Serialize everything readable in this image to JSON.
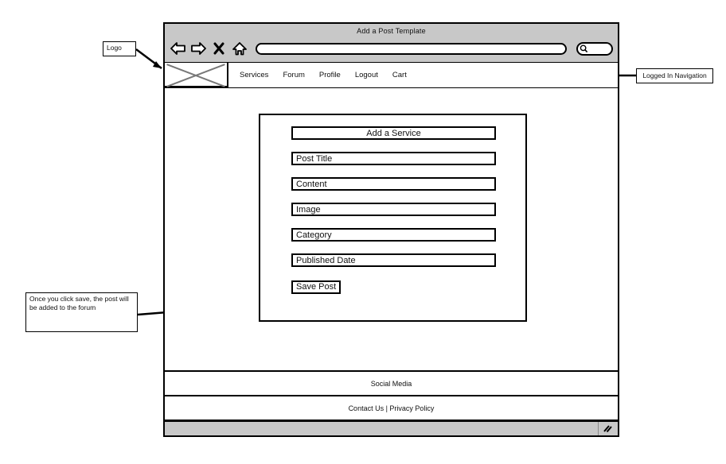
{
  "browser": {
    "window_title": "Add a Post Template",
    "toolbar_icons": [
      "back-arrow-icon",
      "forward-arrow-icon",
      "stop-x-icon",
      "home-icon"
    ],
    "address_bar_value": "",
    "address_bar_placeholder": "",
    "search_box_value": "",
    "search_icon": "magnifier-icon"
  },
  "site": {
    "logo_label": "logo-placeholder",
    "nav_items": [
      {
        "label": "Services"
      },
      {
        "label": "Forum"
      },
      {
        "label": "Profile"
      },
      {
        "label": "Logout"
      },
      {
        "label": "Cart"
      }
    ]
  },
  "form": {
    "heading": "Add a Service",
    "fields": [
      {
        "label": "Post Title"
      },
      {
        "label": "Content"
      },
      {
        "label": "Image"
      },
      {
        "label": "Category"
      },
      {
        "label": "Published Date"
      }
    ],
    "save_button": "Save Post"
  },
  "footer": {
    "social": "Social Media",
    "links": "Contact Us | Privacy Policy"
  },
  "annotations": {
    "logo": "Logo",
    "navigation": "Logged In Navigation",
    "save": "Once you click save, the post will be added to the forum"
  },
  "colors": {
    "chrome_gray": "#c8c8c8",
    "outline_black": "#000000",
    "logo_x_gray": "#777777",
    "page_white": "#ffffff"
  }
}
